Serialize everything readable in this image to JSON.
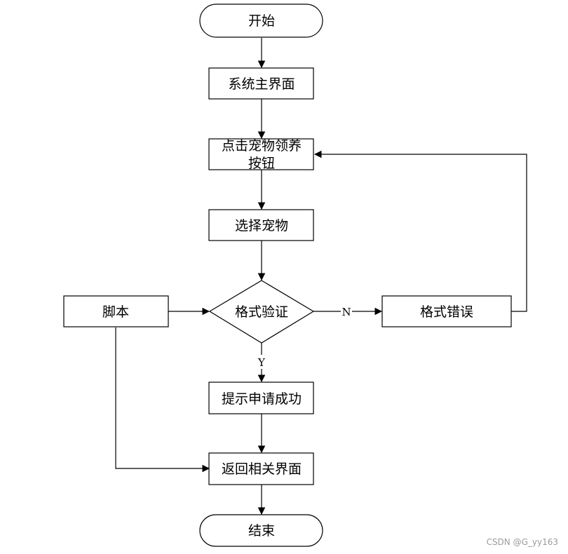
{
  "nodes": {
    "start": "开始",
    "main_ui": "系统主界面",
    "click_btn_line1": "点击宠物领养",
    "click_btn_line2": "按钮",
    "select_pet": "选择宠物",
    "format_check": "格式验证",
    "script": "脚本",
    "format_error": "格式错误",
    "apply_success": "提示申请成功",
    "return_ui": "返回相关界面",
    "end": "结束"
  },
  "edges": {
    "no_label": "N",
    "yes_label": "Y"
  },
  "watermark": "CSDN @G_yy163"
}
